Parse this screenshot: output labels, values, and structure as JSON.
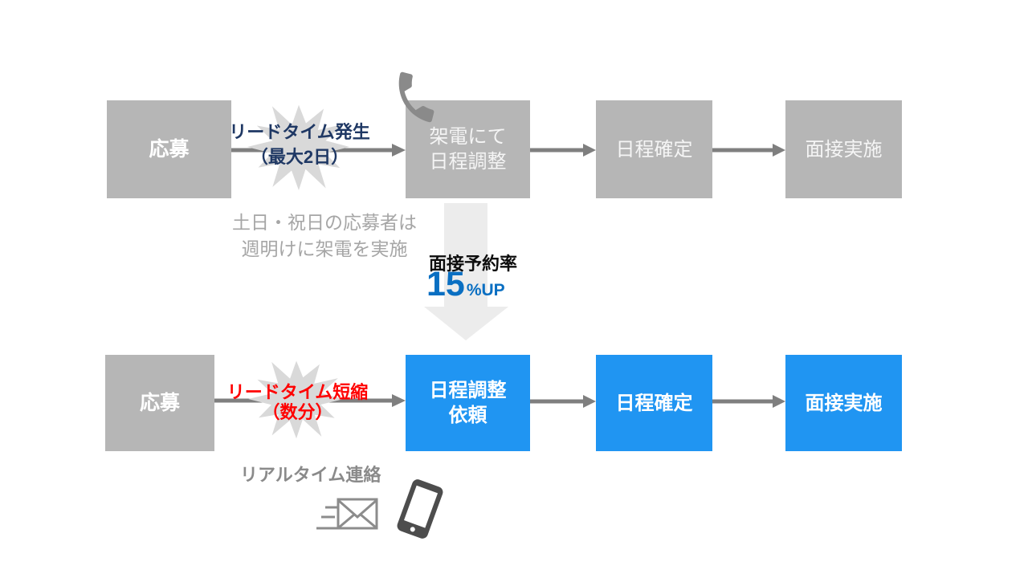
{
  "slide": {
    "background": "#ffffff"
  },
  "colors": {
    "gray_box": "#b6b6b6",
    "blue_box": "#2095f2",
    "navy_text": "#1f3864",
    "red_text": "#ff0000",
    "note_gray": "#a6a6a6",
    "metric_blue": "#0a6fc2",
    "arrow_gray": "#7f7f7f",
    "starburst_gray": "#d9d9d9",
    "big_arrow_gray": "#ececec",
    "icon_gray": "#8a8a8a",
    "smartphone_dark": "#4d4d4d"
  },
  "before_flow": {
    "steps": [
      "応募",
      "架電にて\n日程調整",
      "日程確定",
      "面接実施"
    ],
    "lead_time_label": "リードタイム発生\n（最大2日）",
    "note": "土日・祝日の応募者は\n週明けに架電を実施"
  },
  "improvement": {
    "metric_label": "面接予約率",
    "value": "15",
    "unit": "%UP"
  },
  "after_flow": {
    "steps": [
      "応募",
      "日程調整\n依頼",
      "日程確定",
      "面接実施"
    ],
    "lead_time_label": "リードタイム短縮\n（数分）",
    "note": "リアルタイム連絡"
  },
  "icons": {
    "phone_handset": "phone-handset-icon",
    "speed_mail": "speed-mail-icon",
    "smartphone": "smartphone-icon"
  }
}
